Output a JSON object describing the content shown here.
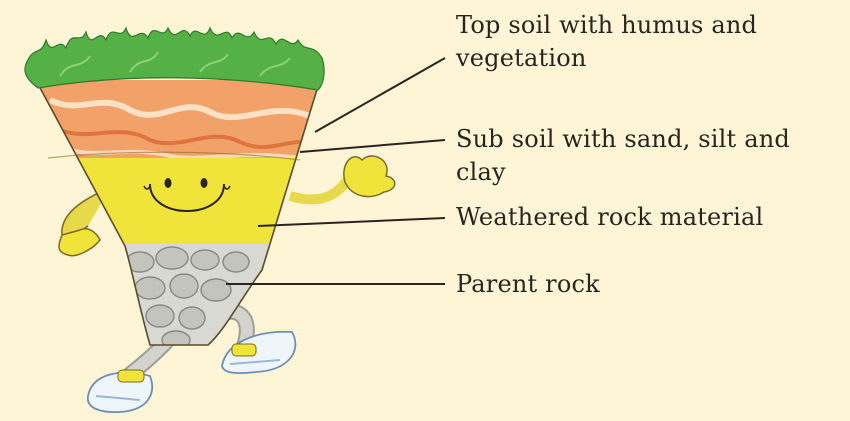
{
  "labels": {
    "topsoil": {
      "line1": "Top soil with humus and",
      "line2": "vegetation"
    },
    "subsoil": {
      "line1": "Sub soil with sand, silt and",
      "line2": "clay"
    },
    "weathered": "Weathered rock material",
    "parent": "Parent rock"
  },
  "colors": {
    "background": "#fdf5d5",
    "grass": "#55b045",
    "topsoil": "#f2a268",
    "weathered_rock": "#f0e43a",
    "parent_rock": "#c8c8c4",
    "leader_line": "#2a2320"
  }
}
